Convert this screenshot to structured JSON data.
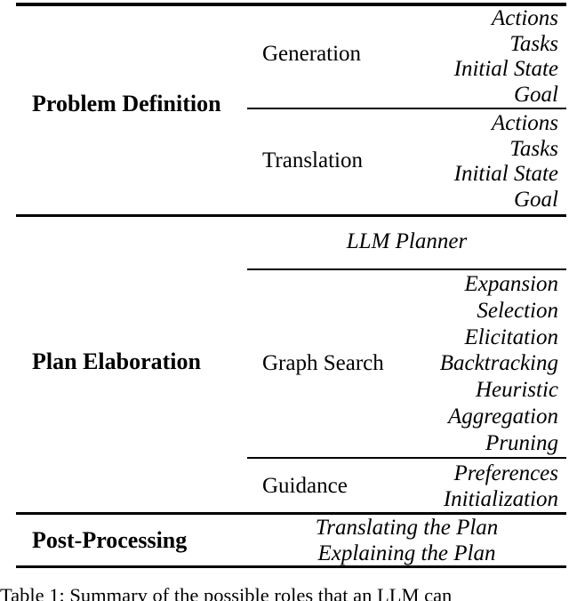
{
  "table": {
    "sections": [
      {
        "header": "Problem Definition",
        "groups": [
          {
            "label": "Generation",
            "items": [
              "Actions",
              "Tasks",
              "Initial State",
              "Goal"
            ]
          },
          {
            "label": "Translation",
            "items": [
              "Actions",
              "Tasks",
              "Initial State",
              "Goal"
            ]
          }
        ]
      },
      {
        "header": "Plan Elaboration",
        "planner": "LLM Planner",
        "groups": [
          {
            "label": "Graph Search",
            "items": [
              "Expansion",
              "Selection",
              "Elicitation",
              "Backtracking",
              "Heuristic",
              "Aggregation",
              "Pruning"
            ]
          },
          {
            "label": "Guidance",
            "items": [
              "Preferences",
              "Initialization"
            ]
          }
        ]
      },
      {
        "header": "Post-Processing",
        "items": [
          "Translating the Plan",
          "Explaining the Plan"
        ]
      }
    ],
    "caption": "Table 1: Summary of the possible roles that an LLM can"
  },
  "colors": {
    "text": "#000000",
    "rule": "#000000",
    "background": "#ffffff"
  }
}
